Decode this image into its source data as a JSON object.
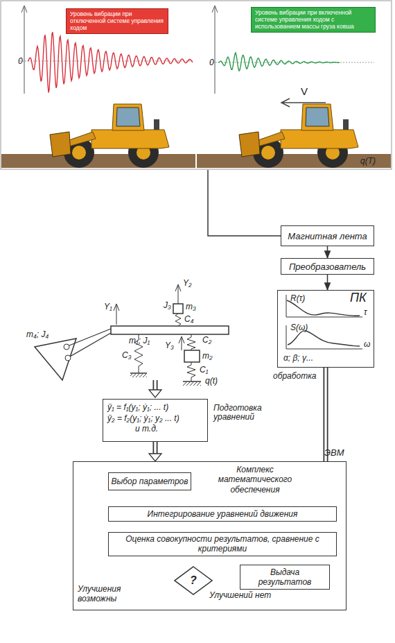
{
  "diagram": {
    "nodes": [
      {
        "text": [
          "Уровень вибрации при отключенной системе управления ходом"
        ]
      },
      {
        "text": [
          "Уровень вибрации при включенной системе управления ходом с использованием массы груза ковша"
        ]
      },
      {
        "text": [
          "Магнитная лента"
        ]
      },
      {
        "text": [
          "Преобразователь"
        ]
      },
      {
        "text": [
          "ПК",
          "R(τ)",
          "τ",
          "S(ω)",
          "ω",
          "α; β; γ..."
        ]
      },
      {
        "text": [
          "ÿ₁ = f₁(y₁; ẏ₁; ... t)",
          "ÿ₂ = f₂(y₁; ẏ₁; y₂ ... t)",
          "и т.д."
        ]
      },
      {
        "text": [
          "Комплекс математического обеспечения"
        ]
      },
      {
        "text": [
          "Выбор параметров"
        ],
        "in": 6
      },
      {
        "text": [
          "Интегрирование уравнений движения"
        ],
        "in": 6
      },
      {
        "text": [
          "Оценка совокупности результатов, сравнение с критериями"
        ],
        "in": 6
      },
      {
        "text": [
          "?"
        ],
        "in": 6
      },
      {
        "text": [
          "Выдача результатов"
        ],
        "in": 6
      }
    ],
    "edges": [
      {
        "from": 2,
        "to": 3,
        "arrow": "to"
      },
      {
        "from": 3,
        "to": 4,
        "arrow": "to"
      },
      {
        "from": 4,
        "to": 8,
        "label": "обработка",
        "arrow": "to"
      },
      {
        "from": 5,
        "to": 6,
        "arrow": "to"
      },
      {
        "from": 7,
        "to": 8,
        "arrow": "to"
      },
      {
        "from": 8,
        "to": 9,
        "arrow": "to"
      },
      {
        "from": 9,
        "to": 10,
        "arrow": "to"
      },
      {
        "from": 10,
        "to": 7,
        "label": "Улучшения возможны",
        "arrow": "to"
      },
      {
        "from": 10,
        "to": 11,
        "label": "Улучшений нет",
        "arrow": "to"
      }
    ],
    "labels": [
      "0",
      "0",
      "V",
      "q(T)",
      "Y₂",
      "Y₁",
      "J₃",
      "m₃",
      "C₄",
      "Y₃",
      "m₁; J₁",
      "C₂",
      "m₂",
      "C₃",
      "C₁",
      "q(t)",
      "m₄; J₄",
      "Подготовка уравнений",
      "ЭВМ"
    ]
  }
}
